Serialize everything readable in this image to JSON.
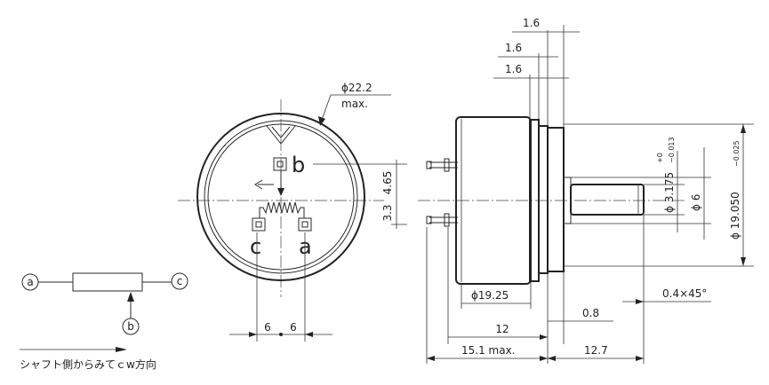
{
  "front_view": {
    "diameter_label": "ϕ22.2",
    "max_label": "max.",
    "terminal_a": "a",
    "terminal_b": "b",
    "terminal_c": "c",
    "dim_b": "4.65",
    "dim_ac": "3.3",
    "dim_left": "6",
    "dim_right": "6"
  },
  "side_view": {
    "flange_1": "1.6",
    "flange_2": "1.6",
    "flange_3": "1.6",
    "shaft_dia": "ϕ 3.175",
    "shaft_tol_upper": "+0",
    "shaft_tol_lower": "−0.013",
    "shaft_boss": "ϕ 6",
    "body_dia": "ϕ 19.050",
    "body_tol": "−0.025",
    "body_rear_dia": "ϕ19.25",
    "chamfer": "0.4×45°",
    "dim_12": "12",
    "dim_08": "0.8",
    "dim_151": "15.1 max.",
    "dim_127": "12.7"
  },
  "schematic": {
    "a": "a",
    "b": "b",
    "c": "c",
    "caption": "シャフト側からみてｃw方向"
  }
}
